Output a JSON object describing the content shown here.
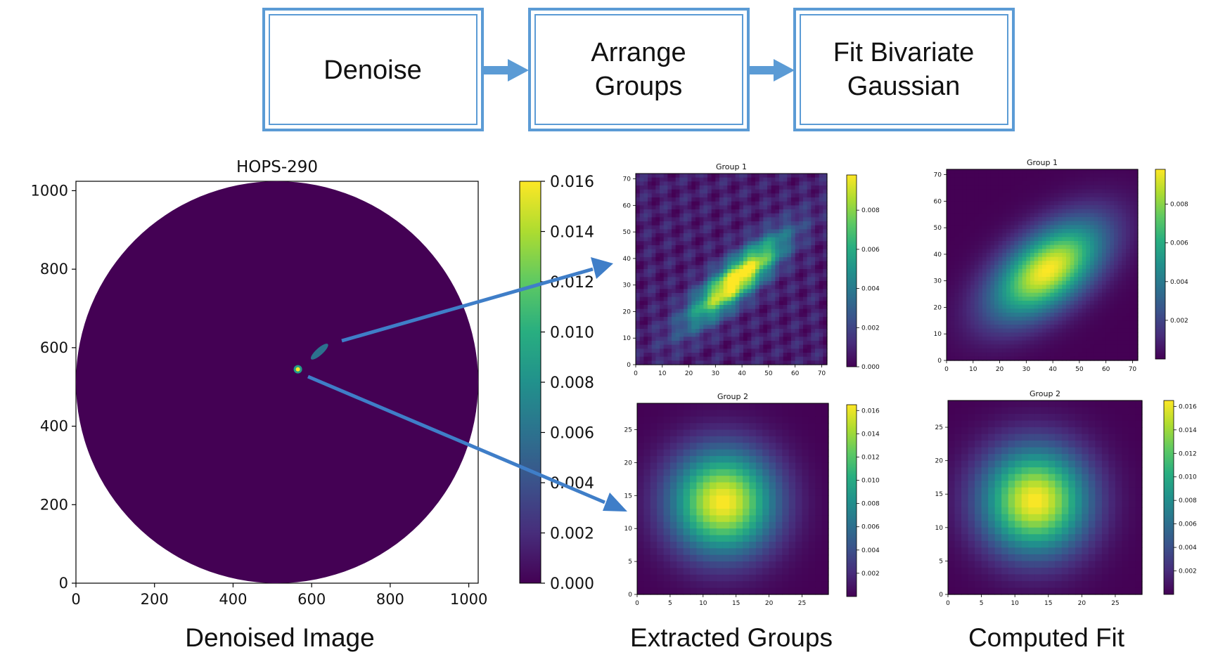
{
  "flow": {
    "steps": [
      {
        "lines": [
          "Denoise"
        ]
      },
      {
        "lines": [
          "Arrange",
          "Groups"
        ]
      },
      {
        "lines": [
          "Fit Bivariate",
          "Gaussian"
        ]
      }
    ]
  },
  "captions": {
    "denoised": "Denoised Image",
    "extracted": "Extracted Groups",
    "fit": "Computed Fit"
  },
  "colors": {
    "box_border": "#5b9bd5",
    "arrow": "#3f7ec8",
    "background_disk": "#440154"
  },
  "chart_data": [
    {
      "type": "heatmap",
      "title": "HOPS-290",
      "xticks": [
        0,
        200,
        400,
        600,
        800,
        1000
      ],
      "yticks": [
        0,
        200,
        400,
        600,
        800,
        1000
      ],
      "xlim": [
        0,
        1024
      ],
      "ylim": [
        0,
        1024
      ],
      "colorbar_ticks": [
        "0.000",
        "0.002",
        "0.004",
        "0.006",
        "0.008",
        "0.010",
        "0.012",
        "0.014",
        "0.016"
      ],
      "colorbar_range": [
        0,
        0.016
      ],
      "sources": [
        {
          "x": 620,
          "y": 590,
          "peak": 0.006,
          "shape": "elongated"
        },
        {
          "x": 565,
          "y": 545,
          "peak": 0.016,
          "shape": "round"
        }
      ]
    },
    {
      "type": "heatmap",
      "title": "Group 1",
      "panel": "extracted",
      "xticks": [
        0,
        10,
        20,
        30,
        40,
        50,
        60,
        70
      ],
      "yticks": [
        0,
        10,
        20,
        30,
        40,
        50,
        60,
        70
      ],
      "xlim": [
        0,
        72
      ],
      "ylim": [
        0,
        72
      ],
      "colorbar_ticks": [
        "0.000",
        "0.002",
        "0.004",
        "0.006",
        "0.008"
      ],
      "colorbar_range": [
        0,
        0.0098
      ],
      "center": [
        38,
        32
      ],
      "peak": 0.0098,
      "sigma": [
        16,
        4.5
      ],
      "angle_deg": 42,
      "noise": true
    },
    {
      "type": "heatmap",
      "title": "Group 1",
      "panel": "fit",
      "xticks": [
        0,
        10,
        20,
        30,
        40,
        50,
        60,
        70
      ],
      "yticks": [
        0,
        10,
        20,
        30,
        40,
        50,
        60,
        70
      ],
      "xlim": [
        0,
        72
      ],
      "ylim": [
        0,
        72
      ],
      "colorbar_ticks": [
        "0.002",
        "0.004",
        "0.006",
        "0.008"
      ],
      "colorbar_range": [
        0,
        0.0098
      ],
      "center": [
        38,
        34
      ],
      "peak": 0.0098,
      "sigma": [
        17,
        9
      ],
      "angle_deg": 38,
      "noise": false
    },
    {
      "type": "heatmap",
      "title": "Group 2",
      "panel": "extracted",
      "xticks": [
        0,
        5,
        10,
        15,
        20,
        25
      ],
      "yticks": [
        0,
        5,
        10,
        15,
        20,
        25
      ],
      "xlim": [
        0,
        29
      ],
      "ylim": [
        0,
        29
      ],
      "colorbar_ticks": [
        "0.002",
        "0.004",
        "0.006",
        "0.008",
        "0.010",
        "0.012",
        "0.014",
        "0.016"
      ],
      "colorbar_range": [
        0,
        0.0165
      ],
      "center": [
        13,
        14
      ],
      "peak": 0.0165,
      "sigma": [
        5.5,
        5.5
      ],
      "angle_deg": 0,
      "pixelated": true
    },
    {
      "type": "heatmap",
      "title": "Group 2",
      "panel": "fit",
      "xticks": [
        0,
        5,
        10,
        15,
        20,
        25
      ],
      "yticks": [
        0,
        5,
        10,
        15,
        20,
        25
      ],
      "xlim": [
        0,
        29
      ],
      "ylim": [
        0,
        29
      ],
      "colorbar_ticks": [
        "0.002",
        "0.004",
        "0.006",
        "0.008",
        "0.010",
        "0.012",
        "0.014",
        "0.016"
      ],
      "colorbar_range": [
        0,
        0.0165
      ],
      "center": [
        13,
        14
      ],
      "peak": 0.0165,
      "sigma": [
        5.5,
        5.5
      ],
      "angle_deg": 0,
      "pixelated": true
    }
  ]
}
